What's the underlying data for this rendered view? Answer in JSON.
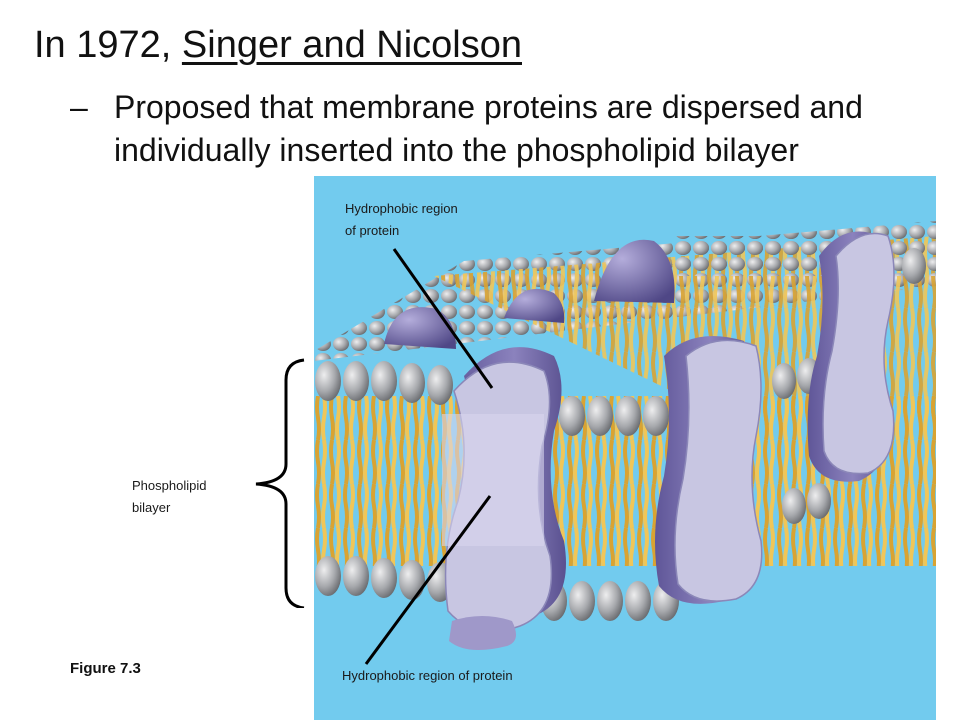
{
  "slide": {
    "heading_prefix": "In 1972,",
    "heading_name": "Singer and Nicolson",
    "bullet_dash": "–",
    "bullet_text": "Proposed that membrane proteins are dispersed and individually inserted into the phospholipid bilayer",
    "caption": "Figure 7.3"
  },
  "diagram": {
    "label_top_line1": "Hydrophobic region",
    "label_top_line2": "of protein",
    "label_bottom": "Hydrophobic region of protein",
    "label_left_line1": "Phospholipid",
    "label_left_line2": "bilayer",
    "colors": {
      "background": "#72cbee",
      "head": "#a7a9ad",
      "tail": "#e8bb4a",
      "protein": "#8379b4",
      "protein_face": "#c8c6e2"
    }
  }
}
